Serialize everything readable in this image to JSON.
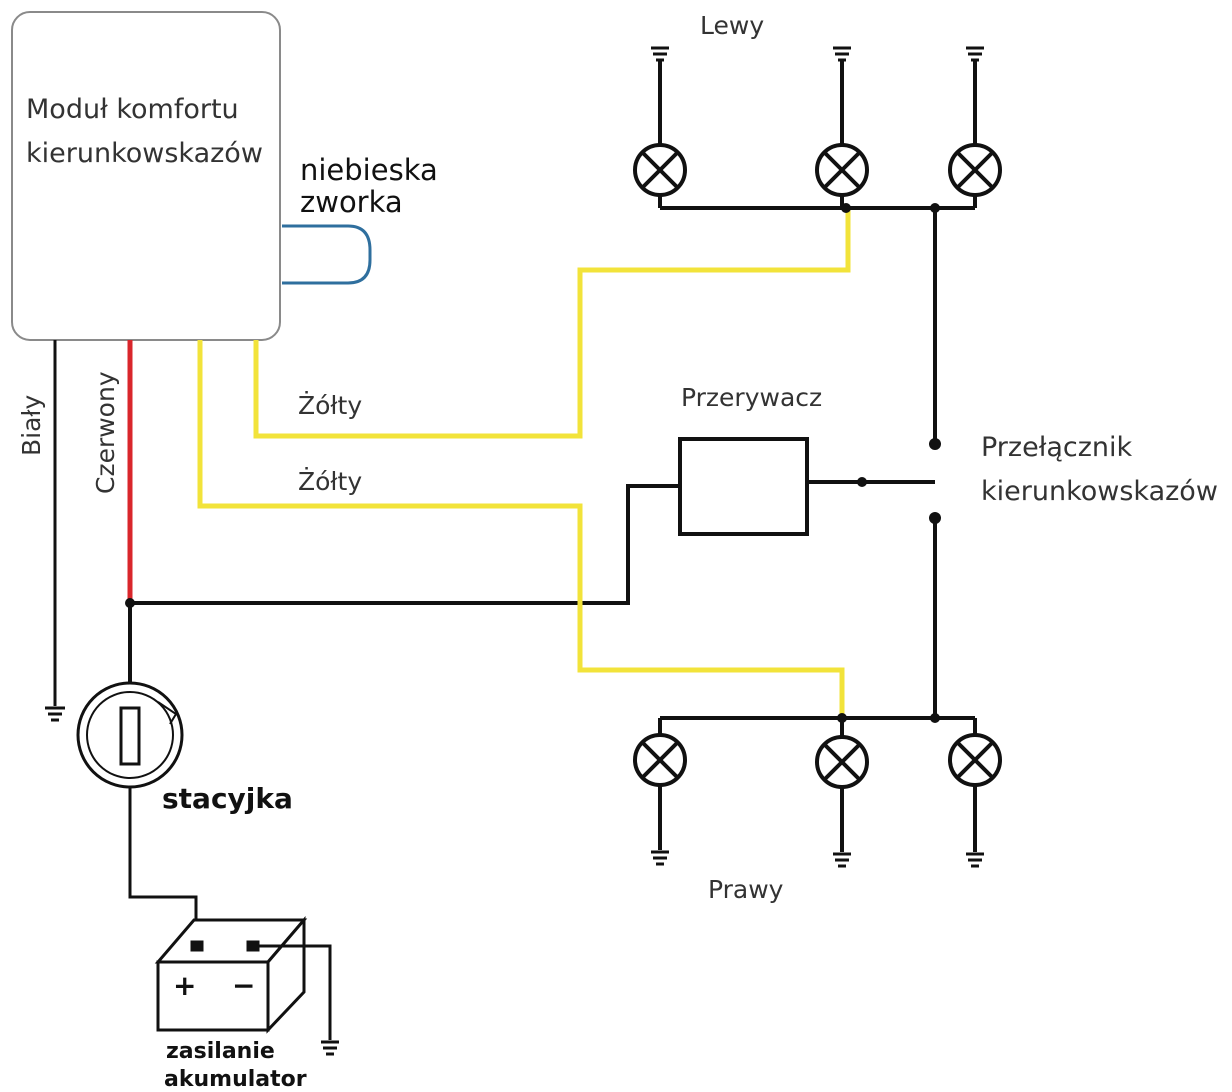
{
  "module": {
    "line1": "Moduł komfortu",
    "line2": "kierunkowskazów"
  },
  "jumper": {
    "line1": "niebieska",
    "line2": "zworka"
  },
  "wires": {
    "white": "Biały",
    "red": "Czerwony",
    "yellow_1": "Żółty",
    "yellow_2": "Żółty"
  },
  "flasher": "Przerywacz",
  "switch": {
    "line1": "Przełącznik",
    "line2": "kierunkowskazów"
  },
  "left_group": "Lewy",
  "right_group": "Prawy",
  "ignition": "stacyjka",
  "battery": {
    "plus": "+",
    "minus": "−",
    "line1": "zasilanie",
    "line2": "akumulator"
  },
  "colors": {
    "wire_black": "#111111",
    "wire_yellow": "#f2e33a",
    "wire_red": "#d9262b",
    "jumper_blue": "#2f6f9e",
    "module_border": "#8a8a8a"
  }
}
